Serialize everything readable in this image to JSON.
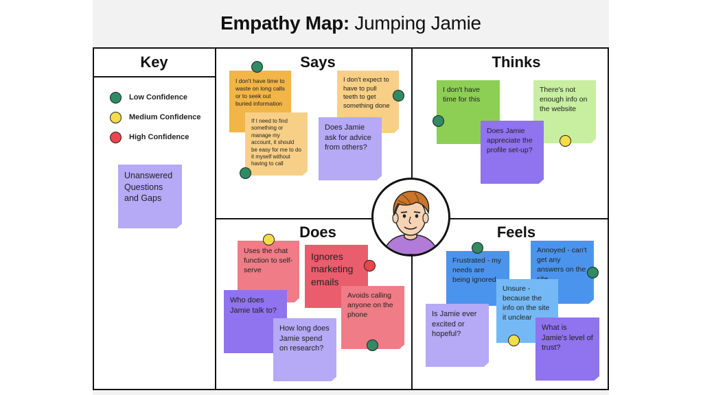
{
  "title": {
    "bold": "Empathy Map:",
    "rest": " Jumping Jamie"
  },
  "quadrants": {
    "key": "Key",
    "says": "Says",
    "thinks": "Thinks",
    "does": "Does",
    "feels": "Feels"
  },
  "colors": {
    "low": "#2e8b63",
    "medium": "#f4dc4b",
    "high": "#e8474e",
    "orange": "#f2b547",
    "light_orange": "#f8cf86",
    "purple": "#b6a9f6",
    "green": "#8dcf55",
    "light_green": "#c8eea0",
    "violet": "#8f73ef",
    "pink": "#ef7c86",
    "red": "#ea5d6d",
    "blue": "#4b94ee",
    "light_blue": "#74b9f5"
  },
  "key": {
    "items": [
      {
        "label": "Low Confidence",
        "level": "low"
      },
      {
        "label": "Medium Confidence",
        "level": "medium"
      },
      {
        "label": "High Confidence",
        "level": "high"
      }
    ],
    "sample_note": "Unanswered Questions and Gaps"
  },
  "says": {
    "notes": [
      "I don't have time to waste on long calls or to seek out buried information",
      "If I need to find something or manage my account, it should be easy for me to do it myself without having to call",
      "I don't expect to have to pull teeth to get something done",
      "Does Jamie ask for advice from others?"
    ]
  },
  "thinks": {
    "notes": [
      "I don't have time for this",
      "There's not enough info on the website",
      "Does Jamie appreciate the profile set-up?"
    ]
  },
  "does": {
    "notes": [
      "Uses the chat function to self-serve",
      "Ignores marketing emails",
      "Avoids calling anyone on the phone",
      "Who does Jamie talk to?",
      "How long does Jamie spend on research?"
    ]
  },
  "feels": {
    "notes": [
      "Frustrated - my needs are being ignored",
      "Annoyed - can't get any answers on the site",
      "Unsure - because the info on the site it unclear",
      "Is Jamie ever excited or hopeful?",
      "What is Jamie's level of trust?"
    ]
  }
}
